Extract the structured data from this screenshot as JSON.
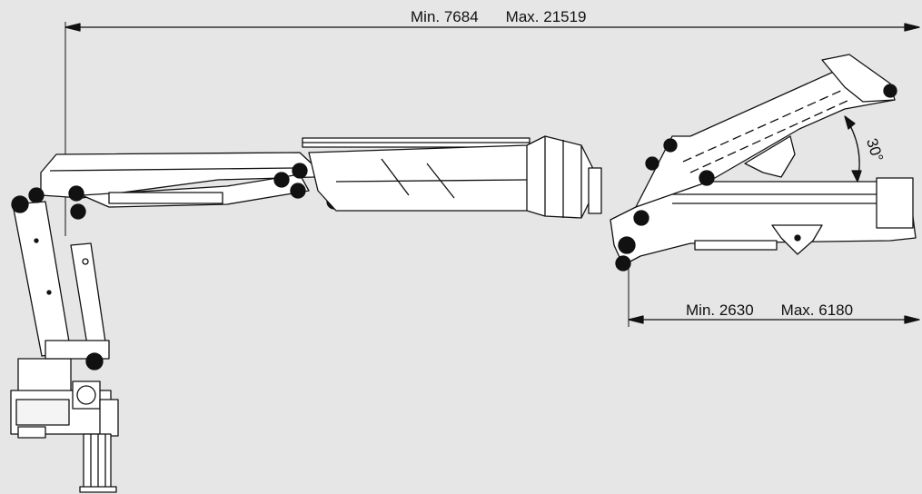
{
  "dimensions": {
    "overall_reach": {
      "min": "Min. 7684",
      "max": "Max. 21519"
    },
    "jib_reach": {
      "min": "Min. 2630",
      "max": "Max. 6180"
    },
    "jib_angle": "30°"
  },
  "colors": {
    "background": "#e6e6e6",
    "line": "#111111",
    "fill": "#ffffff"
  }
}
